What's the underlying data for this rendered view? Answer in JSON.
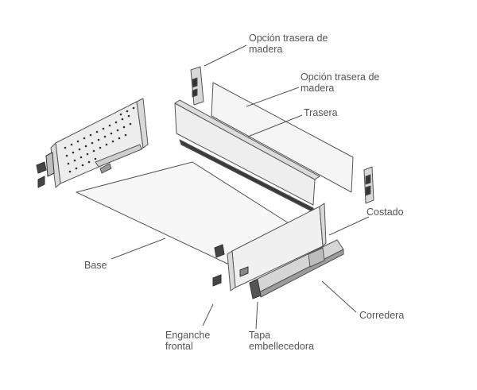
{
  "labels": {
    "opcion_trasera_1": [
      "Opción trasera de",
      "madera"
    ],
    "opcion_trasera_2": [
      "Opción trasera de",
      "madera"
    ],
    "trasera": "Trasera",
    "costado": "Costado",
    "base": "Base",
    "corredera": "Corredera",
    "enganche_frontal": [
      "Enganche",
      "frontal"
    ],
    "tapa_embellecedora": [
      "Tapa",
      "embellecedora"
    ]
  },
  "colors": {
    "line": "#555555",
    "panel_fill": "#f2f2f2",
    "panel_edge": "#8a8a8a",
    "text": "#555555"
  }
}
